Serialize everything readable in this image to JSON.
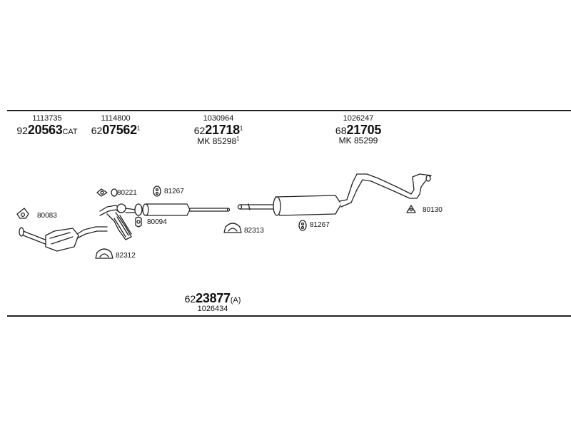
{
  "top_parts": [
    {
      "ref": "1113735",
      "prefix": "92",
      "main": "20563",
      "suffix": "CAT",
      "sup": ""
    },
    {
      "ref": "1114800",
      "prefix": "62",
      "main": "07562",
      "suffix": "",
      "sup": "1"
    },
    {
      "ref": "1030964",
      "prefix": "62",
      "main": "21718",
      "suffix": "",
      "sup": "1",
      "mk": "MK 85298",
      "mk_sup": "1"
    },
    {
      "ref": "1026247",
      "prefix": "68",
      "main": "21705",
      "suffix": "",
      "sup": "",
      "mk": "MK 85299",
      "mk_sup": ""
    }
  ],
  "bottom_part": {
    "prefix": "62",
    "main": "23877",
    "suffix": "(A)",
    "ref": "1026434"
  },
  "callouts": [
    "80221",
    "81267",
    "80083",
    "80094",
    "82312",
    "82313",
    "81267",
    "80130"
  ]
}
